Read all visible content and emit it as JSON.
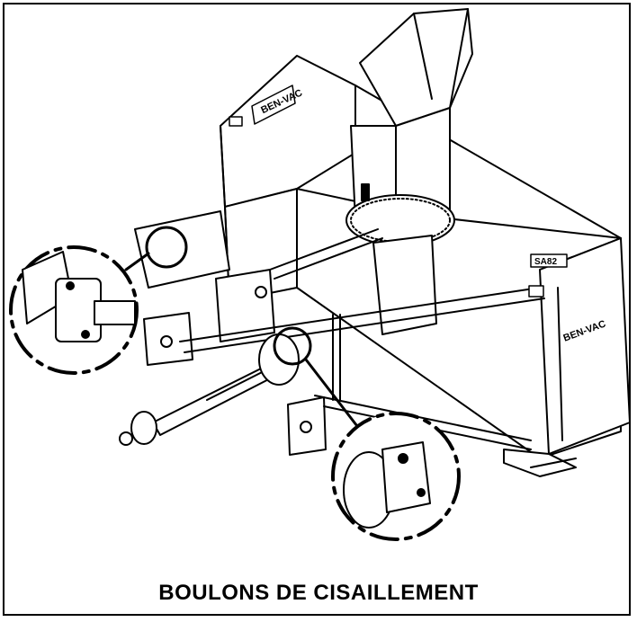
{
  "caption": "BOULONS DE CISAILLEMENT",
  "labels": {
    "brand_top": "BEN-VAC",
    "brand_side": "BEN-VAC",
    "model_plate": "SA82"
  },
  "colors": {
    "ink": "#000000",
    "paper": "#ffffff",
    "shade": "#d9d9d9"
  }
}
